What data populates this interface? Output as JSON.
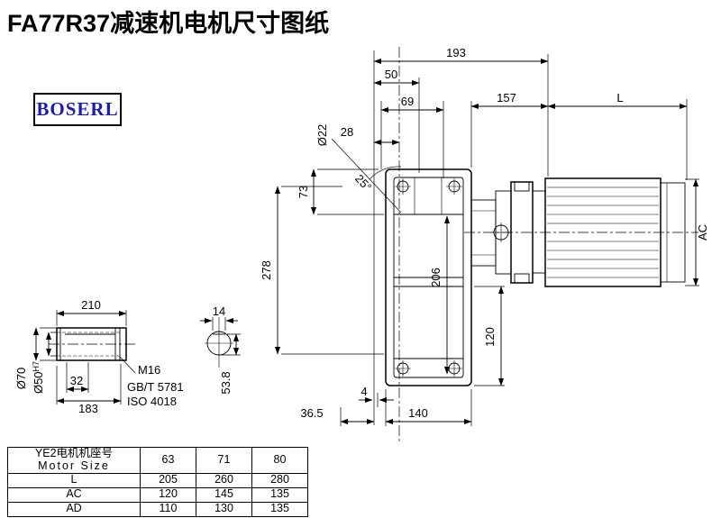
{
  "title": "FA77R37减速机电机尺寸图纸",
  "logo": {
    "text": "BOSERL"
  },
  "dims": {
    "d193": "193",
    "d50": "50",
    "d69": "69",
    "d157": "157",
    "dL": "L",
    "d28": "28",
    "dia22": "Ø22",
    "d73": "73",
    "a25": "25°",
    "d278": "278",
    "d206": "206",
    "d120": "120",
    "dAC": "AC",
    "d4": "4",
    "d36_5": "36.5",
    "d140": "140",
    "d210": "210",
    "d14": "14",
    "dia70": "Ø70",
    "dia50": "Ø50",
    "dia50tol": "H7",
    "d32": "32",
    "d183": "183",
    "m16": "M16",
    "gb": "GB/T 5781",
    "iso": "ISO 4018",
    "d53_8": "53.8"
  },
  "table": {
    "header": {
      "label_cn": "YE2电机机座号",
      "label_en": "Motor Size",
      "cols": [
        "63",
        "71",
        "80"
      ]
    },
    "rows": [
      {
        "label": "L",
        "values": [
          "205",
          "260",
          "280"
        ]
      },
      {
        "label": "AC",
        "values": [
          "120",
          "145",
          "135"
        ]
      },
      {
        "label": "AD",
        "values": [
          "110",
          "130",
          "135"
        ]
      }
    ]
  }
}
